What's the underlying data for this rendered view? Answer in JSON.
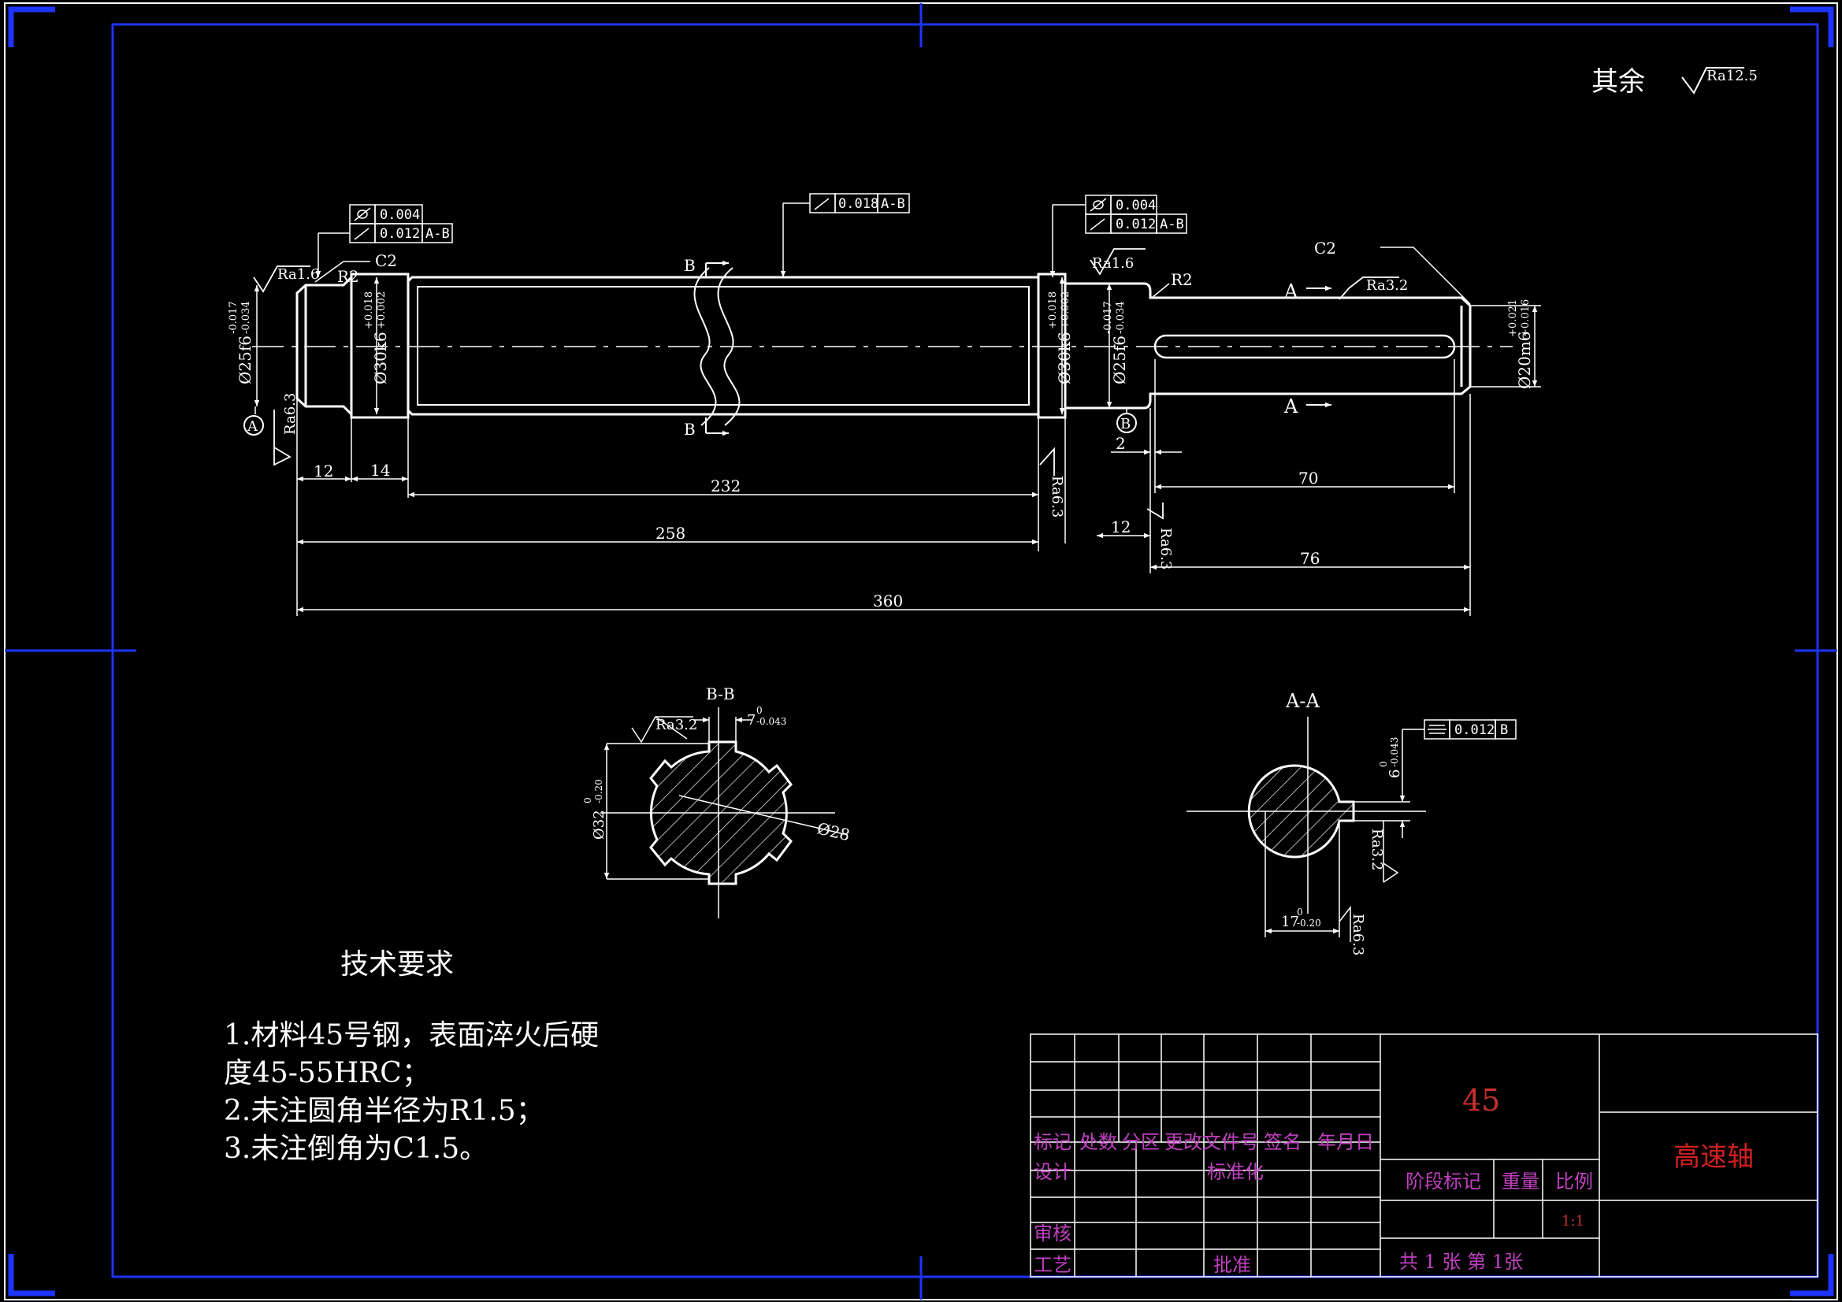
{
  "colors": {
    "background": "#000000",
    "frame": "#1e34ff",
    "line": "#ffffff",
    "title_text": "#c040c0",
    "material_text": "#c83030",
    "part_name_text": "#d02020"
  },
  "drawing": {
    "surface_note": {
      "label": "其余",
      "ra": "Ra12.5"
    },
    "front_view": {
      "dimensions": {
        "d12": "12",
        "d14": "14",
        "d232": "232",
        "d258": "258",
        "d360": "360",
        "d2": "2",
        "d70": "70",
        "d12b": "12",
        "d76": "76"
      },
      "diameters": {
        "left_journal": "Ø25f6",
        "left_journal_tol": [
          "-0.017",
          "-0.034"
        ],
        "left_shoulder": "Ø30k6",
        "left_shoulder_tol": [
          "+0.018",
          "+0.002"
        ],
        "right_shoulder": "Ø30k6",
        "right_shoulder_tol": [
          "+0.018",
          "+0.002"
        ],
        "right_journal": "Ø25f6",
        "right_journal_tol": [
          "-0.017",
          "-0.034"
        ],
        "shaft_end": "Ø20m6",
        "shaft_end_tol": [
          "+0.021",
          "+0.016"
        ]
      },
      "roughness": {
        "left_end": "Ra1.6",
        "left_under": "Ra6.3",
        "right_journal": "Ra1.6",
        "mid_under": "Ra6.3",
        "right_under": "Ra6.3",
        "keyway": "Ra3.2"
      },
      "chamfers": {
        "left": "C2",
        "right": "C2"
      },
      "radii": {
        "left": "R2",
        "right": "R2"
      },
      "datums": {
        "a": "A",
        "b": "B"
      },
      "section_marks": {
        "b_top": "B",
        "b_bottom": "B",
        "a_top": "A",
        "a_bottom": "A"
      },
      "tolerance_frames": {
        "left_top": {
          "value": "0.004"
        },
        "left_bottom": {
          "value": "0.012",
          "datum": "A-B"
        },
        "middle": {
          "value": "0.018",
          "datum": "A-B"
        },
        "right_top": {
          "value": "0.004"
        },
        "right_bottom": {
          "value": "0.012",
          "datum": "A-B"
        }
      }
    },
    "section_bb": {
      "title": "B-B",
      "ra": "Ra3.2",
      "slot_width": "7",
      "slot_tol": [
        "0",
        "-0.043"
      ],
      "outer_dia": "Ø32",
      "outer_tol": [
        "0",
        "-0.20"
      ],
      "inner_dia": "Ø28"
    },
    "section_aa": {
      "title": "A-A",
      "tolerance_value": "0.012",
      "tolerance_datum": "B",
      "key_width": "6",
      "key_tol": [
        "0",
        "-0.043"
      ],
      "ra_key": "Ra3.2",
      "ra_bottom": "Ra6.3",
      "depth": "17",
      "depth_tol": [
        "0",
        "-0.20"
      ]
    }
  },
  "tech_requirements": {
    "title": "技术要求",
    "lines": [
      "1.材料45号钢，表面淬火后硬",
      "度45-55HRC；",
      "2.未注圆角半径为R1.5；",
      "3.未注倒角为C1.5。"
    ]
  },
  "title_block": {
    "headers": [
      "标记",
      "处数",
      "分区",
      "更改文件号",
      "签名",
      "年月日"
    ],
    "design": "设计",
    "standardization": "标准化",
    "review": "审核",
    "process": "工艺",
    "approve": "批准",
    "material": "45",
    "stage_mark": "阶段标记",
    "weight": "重量",
    "scale": "比例",
    "scale_value": "1:1",
    "sheet_count": "共 1 张 第 1张",
    "part_name": "高速轴"
  }
}
